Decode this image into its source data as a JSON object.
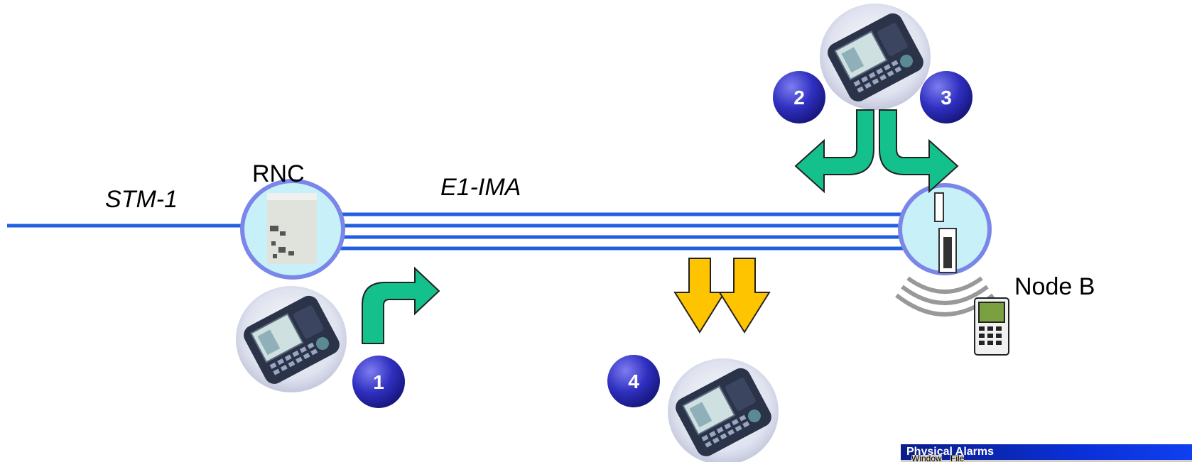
{
  "labels": {
    "stm1": "STM-1",
    "rnc": "RNC",
    "e1ima": "E1-IMA",
    "nodeb": "Node B"
  },
  "steps": [
    "1",
    "2",
    "3",
    "4"
  ],
  "window": {
    "title": "Physical Alarms",
    "menu": [
      "Window",
      "File"
    ]
  },
  "colors": {
    "link": "#1f5fe0",
    "node_fill": "#c8f0f8",
    "node_stroke": "#7a86e8",
    "arrow_green": "#14c08c",
    "arrow_yellow": "#ffc400",
    "badge": "#2a2ab8"
  }
}
